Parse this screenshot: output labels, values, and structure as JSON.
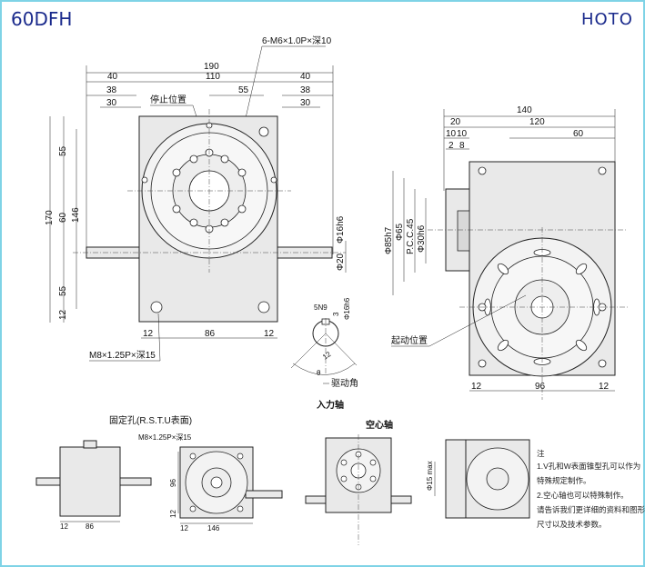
{
  "header": {
    "model": "60DFH",
    "brand": "HOTO"
  },
  "front_view": {
    "dims_top": [
      "190",
      "40",
      "110",
      "40",
      "38",
      "55",
      "38",
      "30",
      "30"
    ],
    "dims_left": [
      "170",
      "55",
      "60",
      "146",
      "55",
      "12"
    ],
    "dims_bottom": [
      "12",
      "86",
      "12"
    ],
    "dims_right": [
      "Φ16h6",
      "Φ20"
    ],
    "callout_tap": "6-M6×1.0P×深10",
    "callout_stop": "停止位置",
    "callout_mount": "M8×1.25P×深15"
  },
  "side_view": {
    "dims_top": [
      "140",
      "20",
      "120",
      "10",
      "10",
      "60",
      "2",
      "8"
    ],
    "dims_left": [
      "Φ85h7",
      "Φ65",
      "P.C.C.45",
      "Φ30h6"
    ],
    "dims_bottom": [
      "12",
      "96",
      "12"
    ],
    "callout_start": "起动位置"
  },
  "shaft_detail": {
    "key": "5N9",
    "dim_3": "3",
    "dim_16": "Φ16h6",
    "dim_12": "12",
    "theta": "θ",
    "angle_label": "驱动角",
    "title": "入力轴"
  },
  "bottom_views": {
    "mount_title": "固定孔(R.S.T.U表面)",
    "mount_callout": "M8×1.25P×深15",
    "dims_a": [
      "12",
      "86"
    ],
    "dims_b": [
      "96",
      "12",
      "12",
      "146"
    ],
    "hollow_title": "空心轴",
    "hollow_dim": "Φ15 max"
  },
  "notes": {
    "title": "注",
    "lines": [
      "1.V孔和W表面锥型孔可以作为",
      "特殊规定制作。",
      "2.空心轴也可以特殊制作。",
      "请告诉我们更详细的资料和图形",
      "尺寸以及技术参数。"
    ]
  }
}
